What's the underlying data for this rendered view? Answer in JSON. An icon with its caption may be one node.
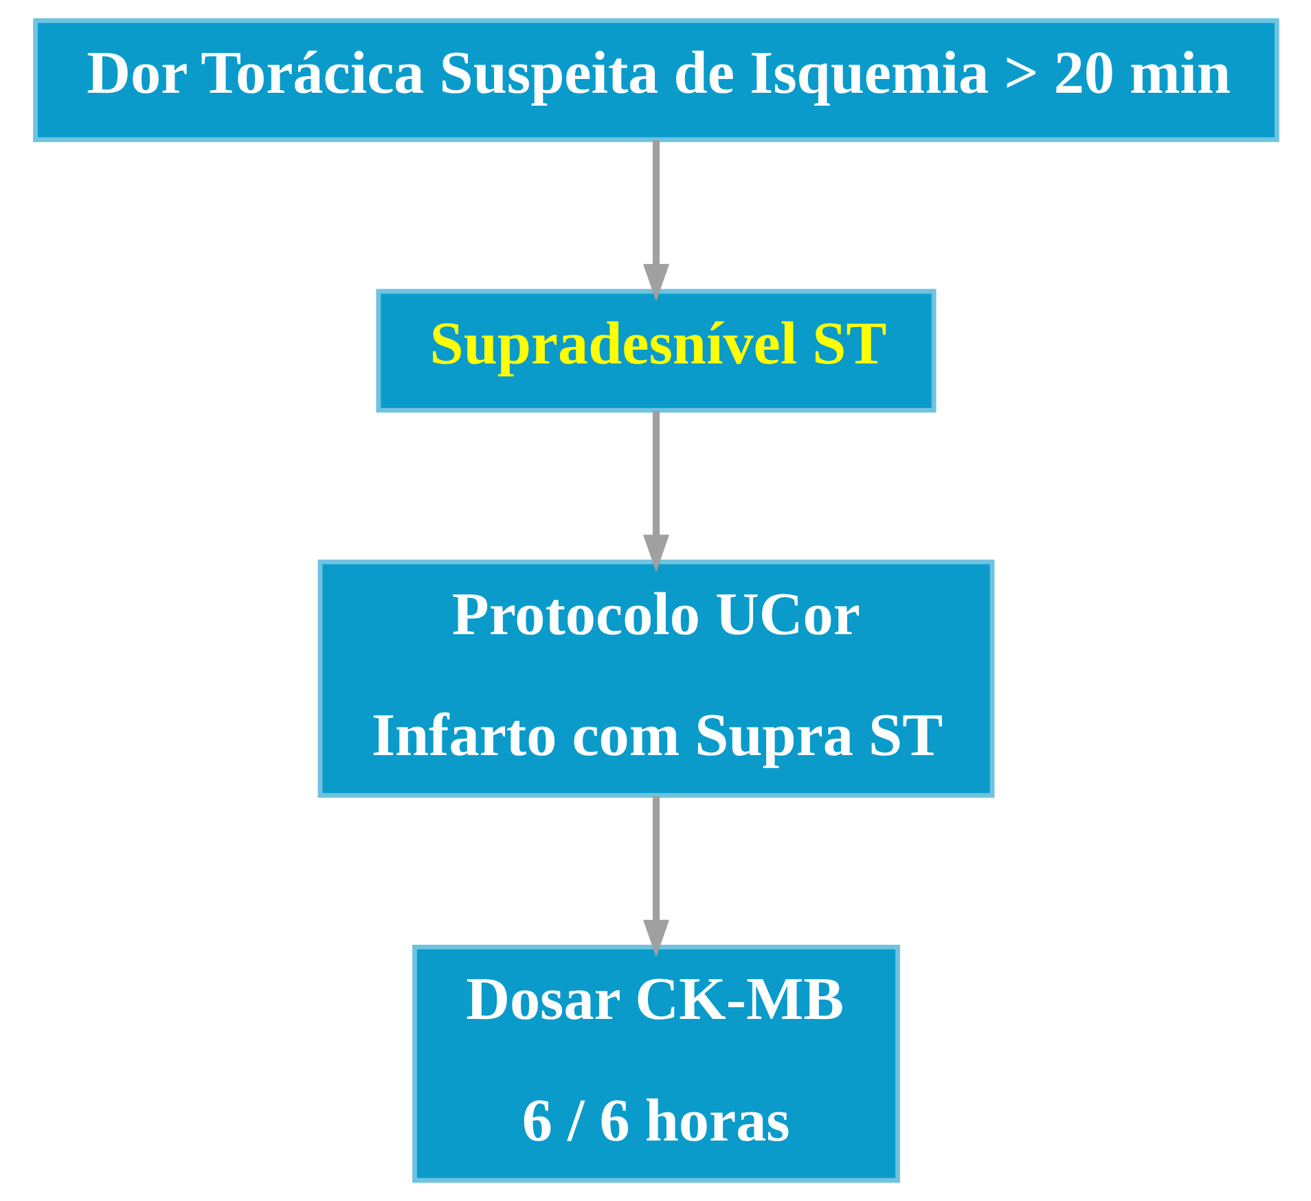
{
  "diagram": {
    "nodes": [
      {
        "text": [
          "Dor Torácica Suspeita de Isquemia > 20 min"
        ]
      },
      {
        "text": [
          "Supradesnível ST"
        ]
      },
      {
        "text": [
          "Protocolo UCor",
          "Infarto com Supra ST"
        ]
      },
      {
        "text": [
          "Dosar CK-MB",
          "6 / 6 horas"
        ]
      }
    ],
    "edges": [
      {
        "from": 0,
        "to": 1,
        "arrow": "to"
      },
      {
        "from": 1,
        "to": 2,
        "arrow": "to"
      },
      {
        "from": 2,
        "to": 3,
        "arrow": "to"
      }
    ]
  }
}
